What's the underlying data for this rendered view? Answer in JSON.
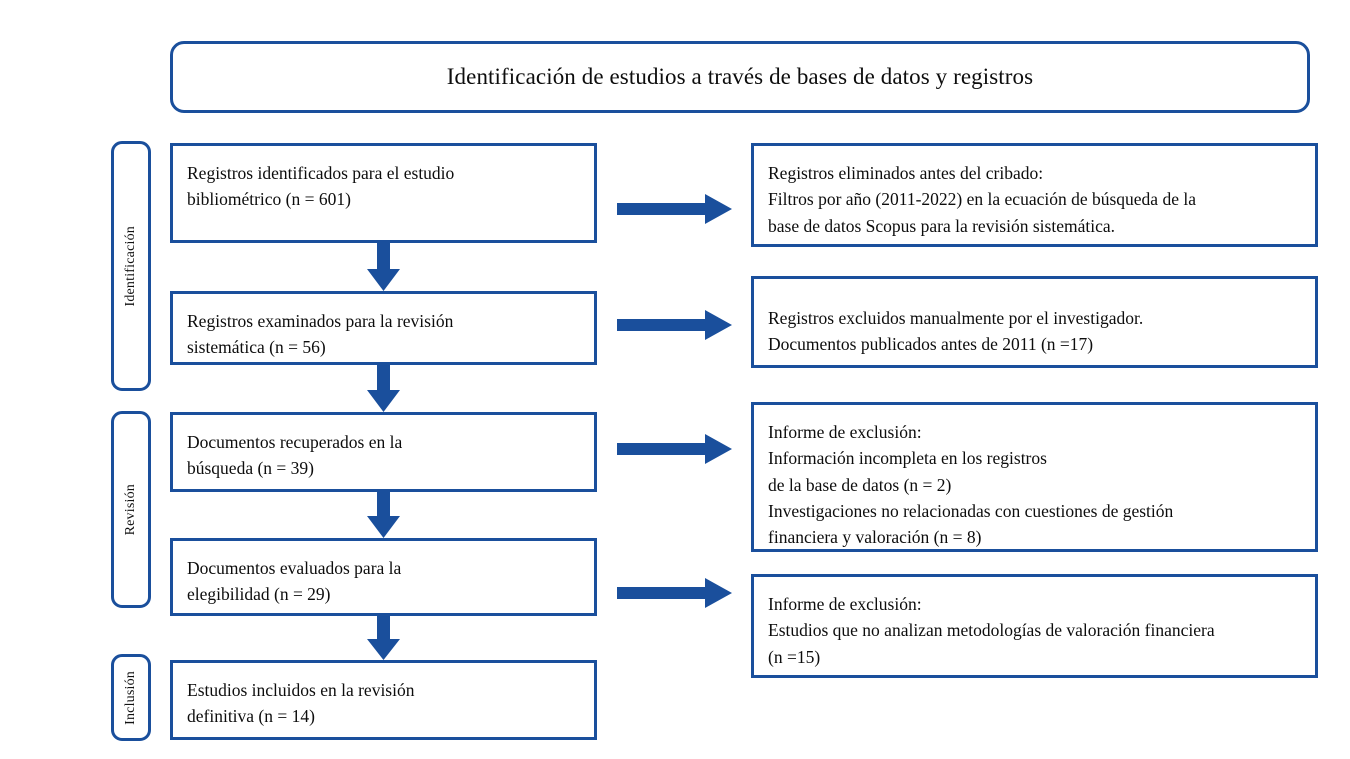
{
  "diagram": {
    "title": "Identificación de estudios a través de bases de datos y registros",
    "accent_color": "#1a4f9c",
    "text_color": "#0d0d0d",
    "background_color": "#ffffff"
  },
  "stages": [
    {
      "id": "identificacion",
      "label": "Identificación"
    },
    {
      "id": "revision",
      "label": "Revisión"
    },
    {
      "id": "inclusion",
      "label": "Inclusión"
    }
  ],
  "flow": {
    "left_boxes": [
      {
        "id": "registros-identificados",
        "text": "Registros identificados para el estudio\nbibliométrico (n = 601)",
        "n": 601
      },
      {
        "id": "registros-examinados",
        "text": "Registros examinados para la revisión\nsistemática (n = 56)",
        "n": 56
      },
      {
        "id": "documentos-recuperados",
        "text": "Documentos recuperados en la\nbúsqueda (n = 39)",
        "n": 39
      },
      {
        "id": "documentos-evaluados",
        "text": "Documentos evaluados para la\nelegibilidad (n = 29)",
        "n": 29
      },
      {
        "id": "estudios-incluidos",
        "text": "Estudios incluidos en la revisión\ndefinitiva (n = 14)",
        "n": 14
      }
    ],
    "right_boxes": [
      {
        "id": "registros-eliminados",
        "text": "Registros eliminados antes del cribado:\nFiltros por año (2011-2022) en la ecuación de búsqueda de la\nbase de datos Scopus para la revisión sistemática."
      },
      {
        "id": "registros-excluidos",
        "text": "Registros excluidos manualmente por el investigador.\nDocumentos publicados antes de 2011 (n =17)",
        "n": 17
      },
      {
        "id": "informe-exclusion-1",
        "text": "Informe de exclusión:\nInformación incompleta en los registros\nde la base de datos (n = 2)\nInvestigaciones no relacionadas con cuestiones de gestión\nfinanciera y valoración (n = 8)"
      },
      {
        "id": "informe-exclusion-2",
        "text": "Informe de exclusión:\nEstudios que no analizan metodologías de valoración financiera\n(n =15)",
        "n": 15
      }
    ]
  }
}
